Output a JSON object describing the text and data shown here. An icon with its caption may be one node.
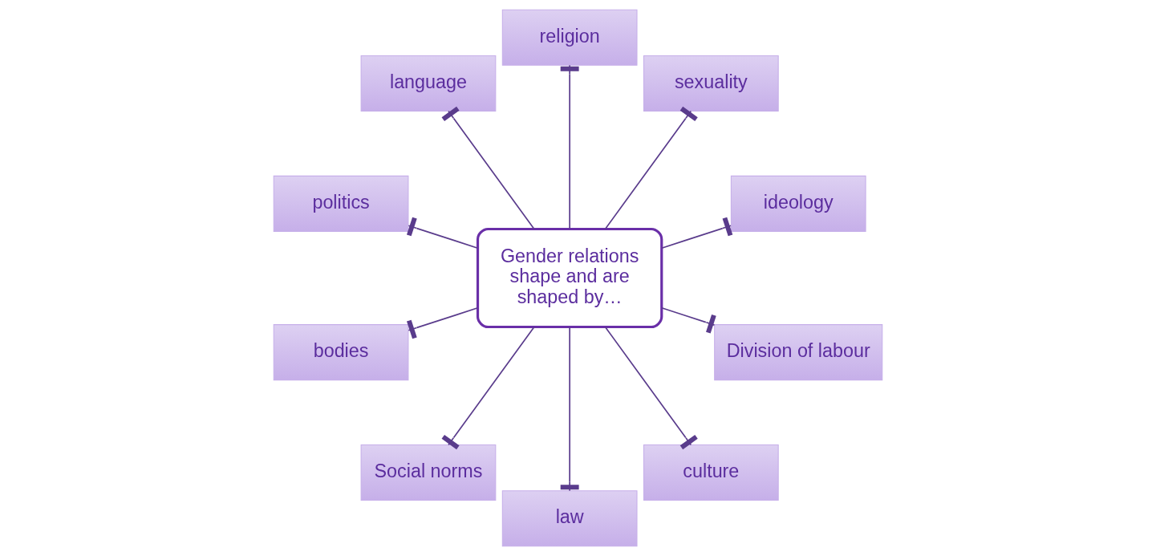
{
  "diagram": {
    "nodes": [
      {
        "text": [
          "Gender relations shape and are shaped by…"
        ]
      },
      {
        "text": [
          "ideology"
        ]
      },
      {
        "text": [
          "sexuality"
        ]
      },
      {
        "text": [
          "religion"
        ]
      },
      {
        "text": [
          "language"
        ]
      },
      {
        "text": [
          "politics"
        ]
      },
      {
        "text": [
          "bodies"
        ]
      },
      {
        "text": [
          "Social norms"
        ]
      },
      {
        "text": [
          "law"
        ]
      },
      {
        "text": [
          "culture"
        ]
      },
      {
        "text": [
          "Division of labour"
        ]
      }
    ],
    "edges": [
      {
        "from": 0,
        "to": 1,
        "arrow": "other"
      },
      {
        "from": 0,
        "to": 2,
        "arrow": "other"
      },
      {
        "from": 0,
        "to": 3,
        "arrow": "other"
      },
      {
        "from": 0,
        "to": 4,
        "arrow": "other"
      },
      {
        "from": 0,
        "to": 5,
        "arrow": "other"
      },
      {
        "from": 0,
        "to": 6,
        "arrow": "other"
      },
      {
        "from": 0,
        "to": 7,
        "arrow": "other"
      },
      {
        "from": 0,
        "to": 8,
        "arrow": "other"
      },
      {
        "from": 0,
        "to": 9,
        "arrow": "other"
      },
      {
        "from": 0,
        "to": 10,
        "arrow": "other"
      }
    ]
  }
}
